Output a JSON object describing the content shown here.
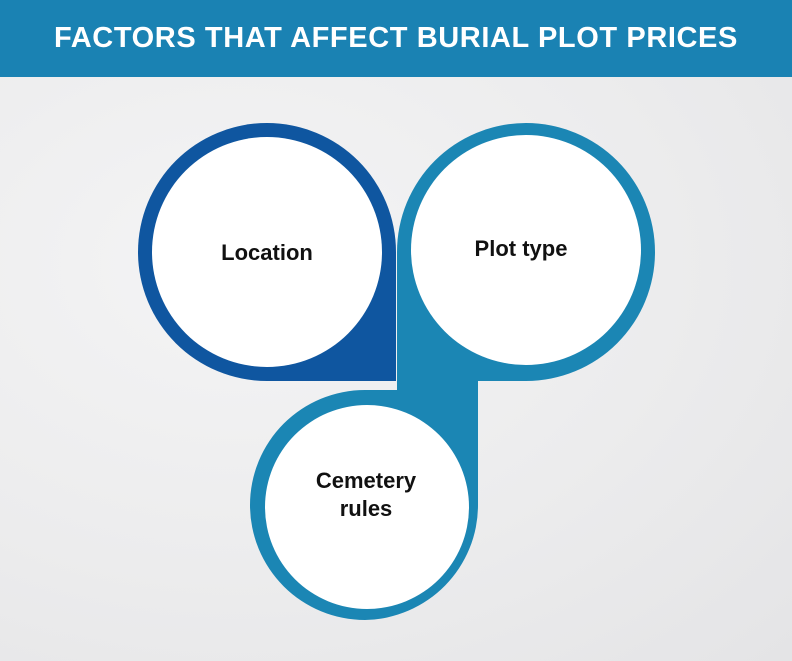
{
  "header": {
    "title": "FACTORS THAT AFFECT BURIAL PLOT PRICES"
  },
  "factors": [
    {
      "label": "Location",
      "color": "#0f56a0"
    },
    {
      "label": "Plot type",
      "color": "#1b86b4"
    },
    {
      "label_line1": "Cemetery",
      "label_line2": "rules",
      "color": "#1b86b4"
    }
  ]
}
